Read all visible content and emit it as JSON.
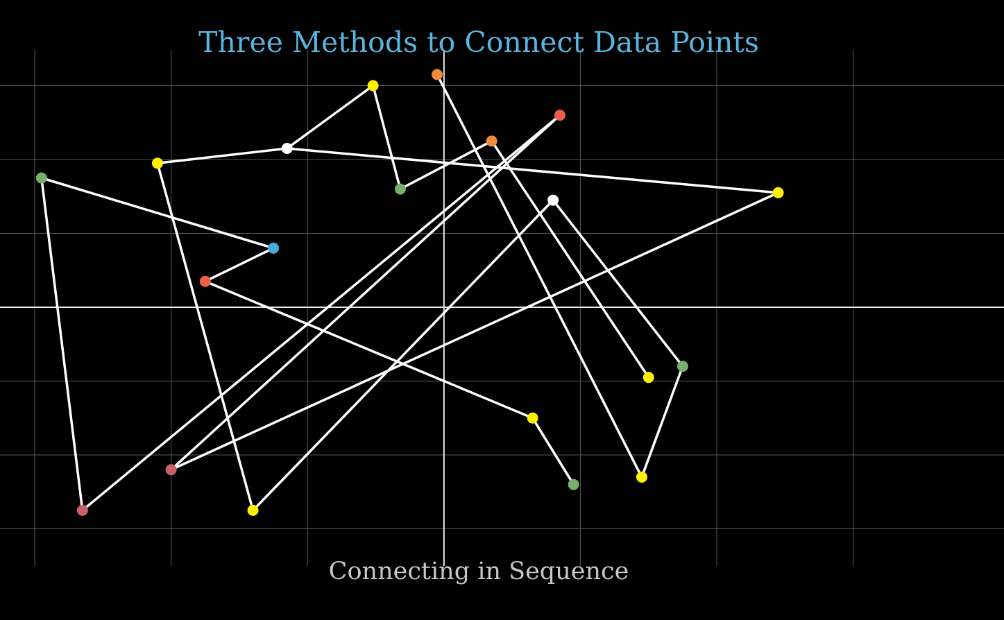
{
  "chart_data": {
    "type": "line",
    "title": "Three Methods to Connect Data Points",
    "xlabel": "Connecting in Sequence",
    "ylabel": "",
    "xlim": [
      -3.0,
      3.5
    ],
    "ylim": [
      -3.5,
      3.5
    ],
    "grid": true,
    "colors": {
      "background": "#000000",
      "grid": "#5a5a5a",
      "axis": "#e8e8e8",
      "line": "#ffffff",
      "title": "#5ab4e0",
      "xlabel": "#c8c8c8"
    },
    "points": [
      {
        "x": -0.05,
        "y": 3.15,
        "color": "#f08a3c"
      },
      {
        "x": 1.45,
        "y": -2.3,
        "color": "#ffef00"
      },
      {
        "x": 1.75,
        "y": -0.8,
        "color": "#77b06a"
      },
      {
        "x": 0.8,
        "y": 1.45,
        "color": "#ffffff"
      },
      {
        "x": -1.4,
        "y": -2.75,
        "color": "#ffef00"
      },
      {
        "x": -2.1,
        "y": 1.95,
        "color": "#ffef00"
      },
      {
        "x": -1.15,
        "y": 2.15,
        "color": "#ffffff"
      },
      {
        "x": 2.45,
        "y": 1.55,
        "color": "#ffef00"
      },
      {
        "x": -2.0,
        "y": -2.2,
        "color": "#c8606a"
      },
      {
        "x": 0.85,
        "y": 2.6,
        "color": "#ee6046"
      },
      {
        "x": -2.65,
        "y": -2.75,
        "color": "#c8606a"
      },
      {
        "x": -2.95,
        "y": 1.75,
        "color": "#77b06a"
      },
      {
        "x": -1.25,
        "y": 0.8,
        "color": "#4aa8dc"
      },
      {
        "x": -1.75,
        "y": 0.35,
        "color": "#ee6046"
      },
      {
        "x": 0.65,
        "y": -1.5,
        "color": "#ffef00"
      },
      {
        "x": 0.95,
        "y": -2.4,
        "color": "#77b06a"
      }
    ],
    "extra_segment": {
      "path": [
        {
          "x": 1.5,
          "y": -0.95,
          "color": "#ffef00"
        },
        {
          "x": 0.35,
          "y": 2.25,
          "color": "#f08a3c"
        },
        {
          "x": -0.32,
          "y": 1.6,
          "color": "#77b06a"
        },
        {
          "x": -0.52,
          "y": 3.0,
          "color": "#ffef00"
        },
        {
          "x": -1.15,
          "y": 2.15,
          "color": "#ffffff"
        }
      ]
    }
  }
}
